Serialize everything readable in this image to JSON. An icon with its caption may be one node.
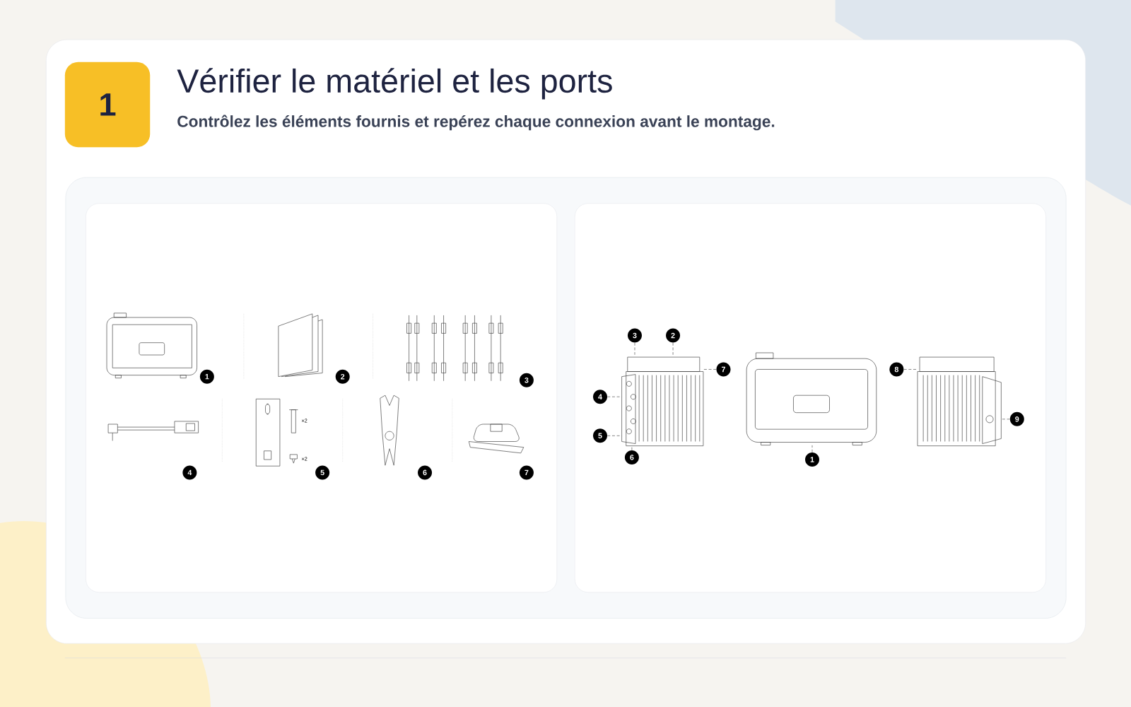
{
  "diagram": {
    "title": "Vérifier le matériel et les ports",
    "nodes": [
      {
        "text": [
          "1"
        ]
      },
      {
        "text": [
          "1"
        ]
      },
      {
        "text": [
          "2"
        ]
      },
      {
        "text": [
          "3"
        ]
      },
      {
        "text": [
          "4"
        ]
      },
      {
        "text": [
          "5"
        ]
      },
      {
        "text": [
          "6"
        ]
      },
      {
        "text": [
          "7"
        ]
      },
      {
        "text": [
          "3"
        ]
      },
      {
        "text": [
          "2"
        ]
      },
      {
        "text": [
          "7"
        ]
      },
      {
        "text": [
          "8"
        ]
      },
      {
        "text": [
          "4"
        ]
      },
      {
        "text": [
          "9"
        ]
      },
      {
        "text": [
          "5"
        ]
      },
      {
        "text": [
          "6"
        ]
      },
      {
        "text": [
          "1"
        ]
      },
      {
        "text": [],
        "shape": "picture"
      },
      {
        "text": [],
        "shape": "picture"
      },
      {
        "text": [],
        "shape": "picture"
      }
    ],
    "edges": [
      {
        "from": 8,
        "to": 17,
        "arrow": "none",
        "style": "dashed"
      },
      {
        "from": 9,
        "to": 17,
        "arrow": "none",
        "style": "dashed"
      },
      {
        "from": 10,
        "to": 17,
        "arrow": "none",
        "style": "dashed"
      },
      {
        "from": 11,
        "to": 19,
        "arrow": "none",
        "style": "dashed"
      },
      {
        "from": 12,
        "to": 17,
        "arrow": "none",
        "style": "dashed"
      },
      {
        "from": 13,
        "to": 19,
        "arrow": "none",
        "style": "dashed"
      },
      {
        "from": 14,
        "to": 17,
        "arrow": "none",
        "style": "dashed"
      },
      {
        "from": 15,
        "to": 17,
        "arrow": "none",
        "style": "dashed"
      },
      {
        "from": 16,
        "to": 18,
        "arrow": "none",
        "style": "dashed"
      }
    ],
    "labels": [
      "Contrôlez les éléments fournis et repérez chaque connexion avant le montage.",
      "×2",
      "×2"
    ]
  }
}
